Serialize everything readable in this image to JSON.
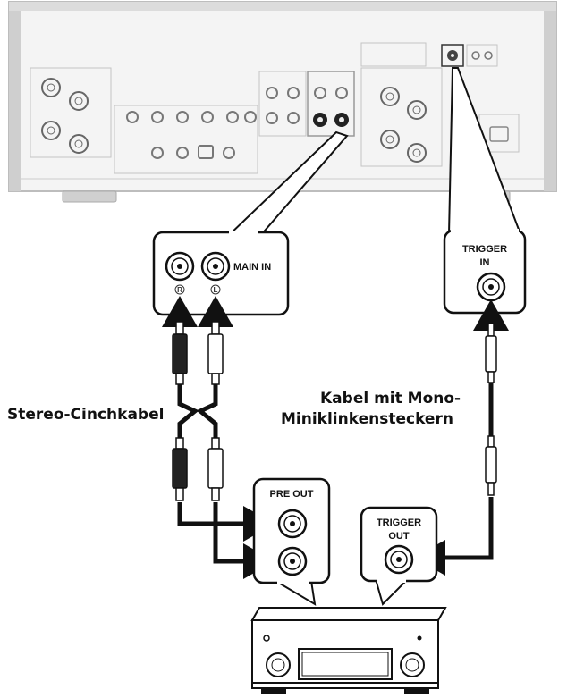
{
  "labels": {
    "main_in": "MAIN IN",
    "jack_r": "R",
    "jack_l": "L",
    "trigger_in_line1": "TRIGGER",
    "trigger_in_line2": "IN",
    "pre_out": "PRE OUT",
    "trigger_out_line1": "TRIGGER",
    "trigger_out_line2": "OUT",
    "stereo_cable": "Stereo-Cinchkabel",
    "mono_cable_line1": "Kabel mit Mono-",
    "mono_cable_line2": "Miniklinkensteckern"
  },
  "colors": {
    "line": "#111111",
    "panel": "#efefef",
    "panel_edge": "#c8c8c8",
    "jack_dark": "#222222",
    "plug_white": "#ffffff"
  }
}
